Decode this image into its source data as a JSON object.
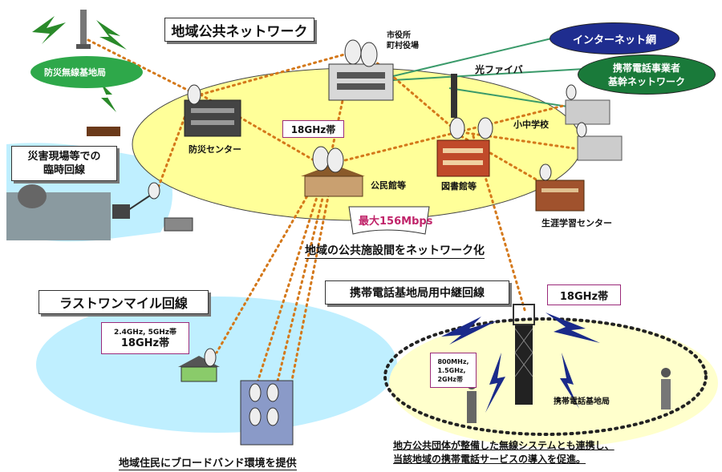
{
  "titles": {
    "regional_network": "地域公共ネットワーク",
    "disaster_temp_line": "災害現場等での\n臨時回線",
    "last_one_mile": "ラストワンマイル回線",
    "cell_relay": "携帯電話基地局用中継回線"
  },
  "clouds": {
    "internet": "インターネット網",
    "carrier": "携帯電話事業者\n基幹ネットワーク"
  },
  "labels": {
    "city_hall": "市役所\n町村役場",
    "fiber": "光ファイバ",
    "disaster_radio": "防災無線基地局",
    "disaster_center": "防災センター",
    "schools": "小中学校",
    "community_hall": "公民館等",
    "library": "図書館等",
    "lifelong_center": "生涯学習センター",
    "cell_base_station": "携帯電話基地局"
  },
  "freq_tags": {
    "ring_18": "18GHz帯",
    "relay_18": "18GHz帯",
    "lastmile_small": "2.4GHz, 5GHz帯",
    "lastmile_18": "18GHz帯",
    "cell_bands": "800MHz,\n1.5GHz,\n2GHz帯"
  },
  "speed_banner": "最大156Mbps",
  "captions": {
    "network_goal": "地域の公共施設間をネットワーク化",
    "broadband": "地域住民にブロードバンド環境を提供",
    "cell_note": "地方公共団体が整備した無線システムとも連携し、\n当該地域の携帯電話サービスの導入を促進。"
  },
  "colors": {
    "ellipse_fill": "#ffff99",
    "lightblue": "#bfefff",
    "cloud_blue": "#1f2d8f",
    "cloud_green": "#1a7a3a",
    "link_dots": "#d4781a",
    "lightning": "#2a8a2a",
    "lightning_blue": "#1a2a8a",
    "fiber_line": "#3a9a6a"
  }
}
